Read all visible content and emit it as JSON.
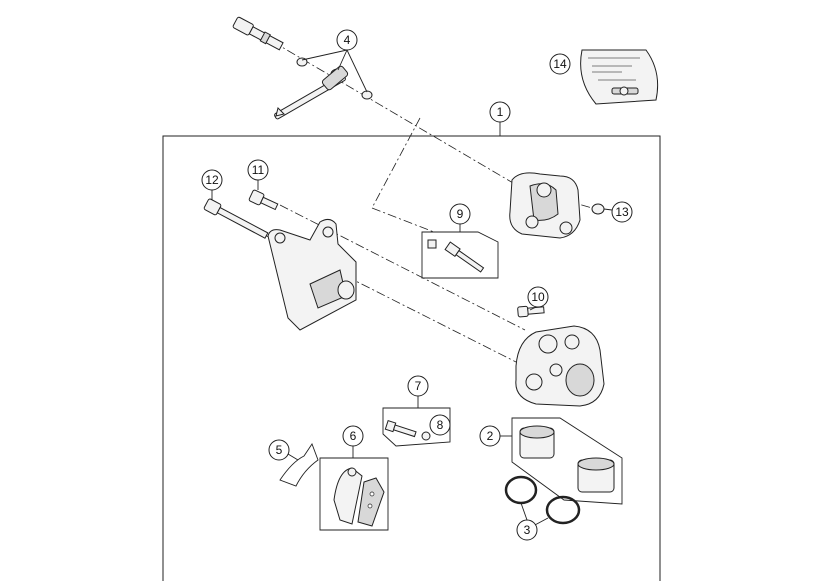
{
  "diagram": {
    "callouts": {
      "c1": "1",
      "c2": "2",
      "c3": "3",
      "c4": "4",
      "c5": "5",
      "c6": "6",
      "c7": "7",
      "c8": "8",
      "c9": "9",
      "c10": "10",
      "c11": "11",
      "c12": "12",
      "c13": "13",
      "c14": "14"
    },
    "colors": {
      "line": "#222222",
      "fill": "#f3f3f3",
      "shade": "#d8d8d8",
      "background": "#ffffff"
    }
  }
}
